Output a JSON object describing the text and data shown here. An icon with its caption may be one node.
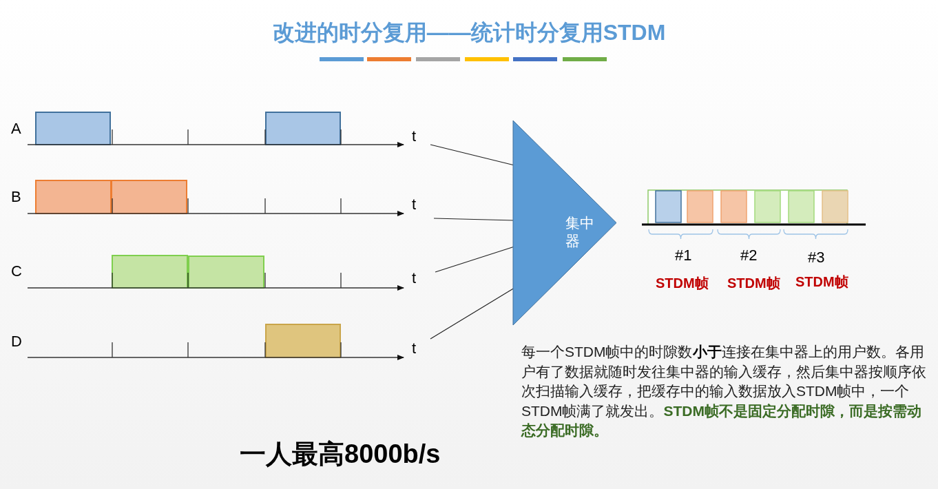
{
  "diagram": {
    "title": "改进的时分复用——统计时分复用STDM",
    "nodes": [
      {
        "text": [
          "t"
        ]
      },
      {
        "text": [
          "t"
        ]
      },
      {
        "text": [
          "t"
        ]
      },
      {
        "text": [
          "t"
        ]
      },
      {
        "text": [
          "集中器"
        ]
      }
    ],
    "edges": [
      {
        "from": 0,
        "to": 4,
        "arrow": "none"
      },
      {
        "from": 1,
        "to": 4,
        "arrow": "none"
      },
      {
        "from": 2,
        "to": 4,
        "arrow": "none"
      },
      {
        "from": 3,
        "to": 4,
        "arrow": "none"
      }
    ],
    "labels": [
      "A",
      "B",
      "C",
      "D",
      "#1",
      "#2",
      "#3",
      "STDM帧",
      "STDM帧",
      "STDM帧",
      "每一个STDM帧中的时隙数**小于**连接在集中器上的用户数。各用户有了数据就随时发往集中器的输入缓存，然后集中器按顺序依次扫描输入缓存，把缓存中的输入数据放入STDM帧中，一个STDM帧满了就发出。**STDM帧不是固定分配时隙，而是按需动态分配时隙。**",
      "一人最高8000b/s"
    ]
  }
}
